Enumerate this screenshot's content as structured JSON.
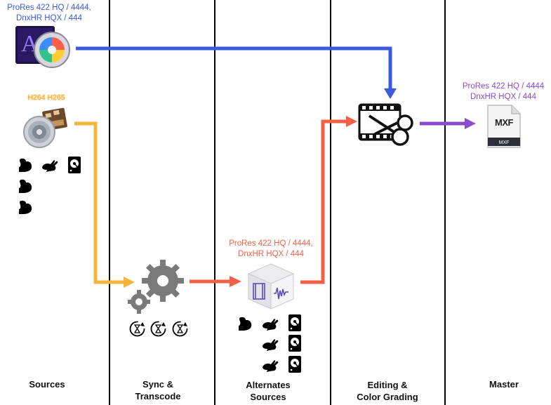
{
  "colors": {
    "blue": "#3b5ae0",
    "orange": "#f5b53c",
    "red": "#f26046",
    "purple": "#8a4bcf",
    "divider": "#000000"
  },
  "columns": [
    {
      "label_line1": "Sources",
      "label_line2": ""
    },
    {
      "label_line1": "Sync &",
      "label_line2": "Transcode"
    },
    {
      "label_line1": "Alternates",
      "label_line2": "Sources"
    },
    {
      "label_line1": "Editing &",
      "label_line2": "Color Grading"
    },
    {
      "label_line1": "Master",
      "label_line2": ""
    }
  ],
  "formats": {
    "camera_raw": {
      "line1": "ProRes 422 HQ / 4444,",
      "line2": "DnxHR HQX / 444"
    },
    "h26x": {
      "line1": "H264  H265"
    },
    "alternates": {
      "line1": "ProRes 422 HQ / 4444,",
      "line2": "DnxHR HQX / 444"
    },
    "master": {
      "line1": "ProRes 422 HQ / 4444",
      "line2": "DnxHR HQX / 444"
    }
  },
  "icons": {
    "motion_app": "motion-app-icon",
    "media_file": "media-file-icon",
    "gears": "gears-icon",
    "sync_cycles": "sync-cycle-icon",
    "media_cube": "media-cube-icon",
    "editing": "film-scissors-icon",
    "mxf": "mxf-file-icon",
    "strength": "muscle-icon",
    "speed": "rabbit-icon",
    "storage": "hard-drive-icon",
    "mxf_badge": "MXF",
    "mxf_label": "MXF"
  }
}
